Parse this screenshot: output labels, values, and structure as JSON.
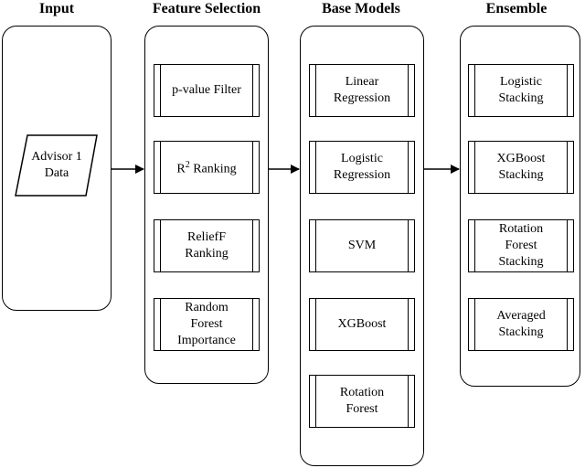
{
  "headers": {
    "input": "Input",
    "feature_selection": "Feature Selection",
    "base_models": "Base Models",
    "ensemble": "Ensemble"
  },
  "input": {
    "line1": "Advisor 1",
    "line2": "Data"
  },
  "feature_selection": {
    "pvalue": "p-value Filter",
    "r2_prefix": "R",
    "r2_sup": "2",
    "r2_suffix": " Ranking",
    "relieff_line1": "ReliefF",
    "relieff_line2": "Ranking",
    "rf_line1": "Random",
    "rf_line2": "Forest",
    "rf_line3": "Importance"
  },
  "base_models": {
    "linear_line1": "Linear",
    "linear_line2": "Regression",
    "logistic_line1": "Logistic",
    "logistic_line2": "Regression",
    "svm": "SVM",
    "xgboost": "XGBoost",
    "rotation_line1": "Rotation",
    "rotation_line2": "Forest"
  },
  "ensemble": {
    "logistic_line1": "Logistic",
    "logistic_line2": "Stacking",
    "xgboost_line1": "XGBoost",
    "xgboost_line2": "Stacking",
    "rotation_line1": "Rotation",
    "rotation_line2": "Forest",
    "rotation_line3": "Stacking",
    "averaged_line1": "Averaged",
    "averaged_line2": "Stacking"
  }
}
